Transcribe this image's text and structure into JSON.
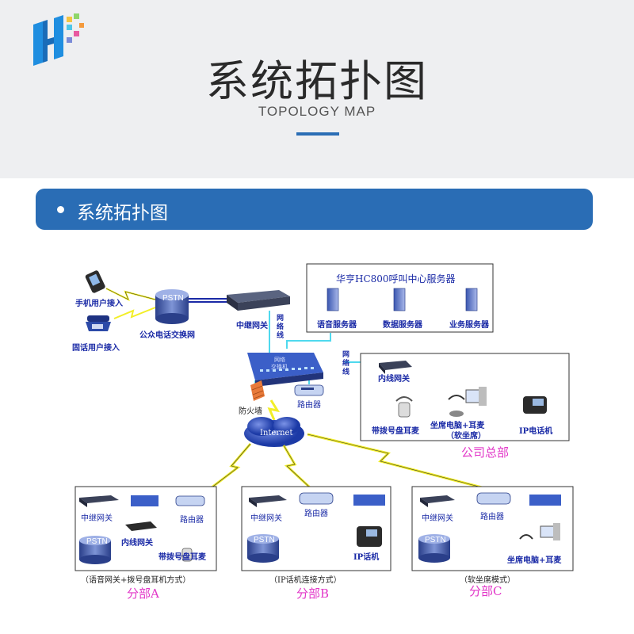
{
  "header": {
    "title": "系统拓扑图",
    "subtitle": "TOPOLOGY MAP"
  },
  "section": {
    "title": "系统拓扑图"
  },
  "colors": {
    "accent_blue": "#2a6db5",
    "label_blue": "#1a2aa6",
    "branch_magenta": "#e236c8",
    "link_cyan": "#4fd9ee",
    "lightning_yellow": "#f2ee27"
  },
  "diagram": {
    "mobile_access": "手机用户接入",
    "landline_access": "固话用户接入",
    "pstn": "PSTN",
    "public_exchange": "公众电话交换网",
    "trunk_gateway": "中继网关",
    "network_cable": "网络线",
    "server_group_title": "华亨HC800呼叫中心服务器",
    "voice_server": "语音服务器",
    "data_server": "数据服务器",
    "business_server": "业务服务器",
    "switch_line1": "网络",
    "switch_line2": "交换机",
    "router": "路由器",
    "firewall": "防火墙",
    "internet": "Internet",
    "hq": {
      "line_gateway": "内线网关",
      "dial_headset": "带拨号盘耳麦",
      "agent_pc": "坐席电脑+耳麦",
      "soft_agent": "（软坐席）",
      "ip_phone": "IP电话机",
      "name": "公司总部"
    },
    "branch_a": {
      "trunk_gateway": "中继网关",
      "router": "路由器",
      "line_gateway": "内线网关",
      "pstn": "PSTN",
      "dial_headset": "带拨号盘耳麦",
      "mode": "（语音网关+拨号盘耳机方式）",
      "name": "分部A"
    },
    "branch_b": {
      "trunk_gateway": "中继网关",
      "router": "路由器",
      "pstn": "PSTN",
      "ip_phone": "IP话机",
      "mode": "（IP话机连接方式）",
      "name": "分部B"
    },
    "branch_c": {
      "trunk_gateway": "中继网关",
      "router": "路由器",
      "pstn": "PSTN",
      "agent_pc": "坐席电脑+耳麦",
      "mode": "（软坐席模式）",
      "name": "分部C"
    }
  }
}
